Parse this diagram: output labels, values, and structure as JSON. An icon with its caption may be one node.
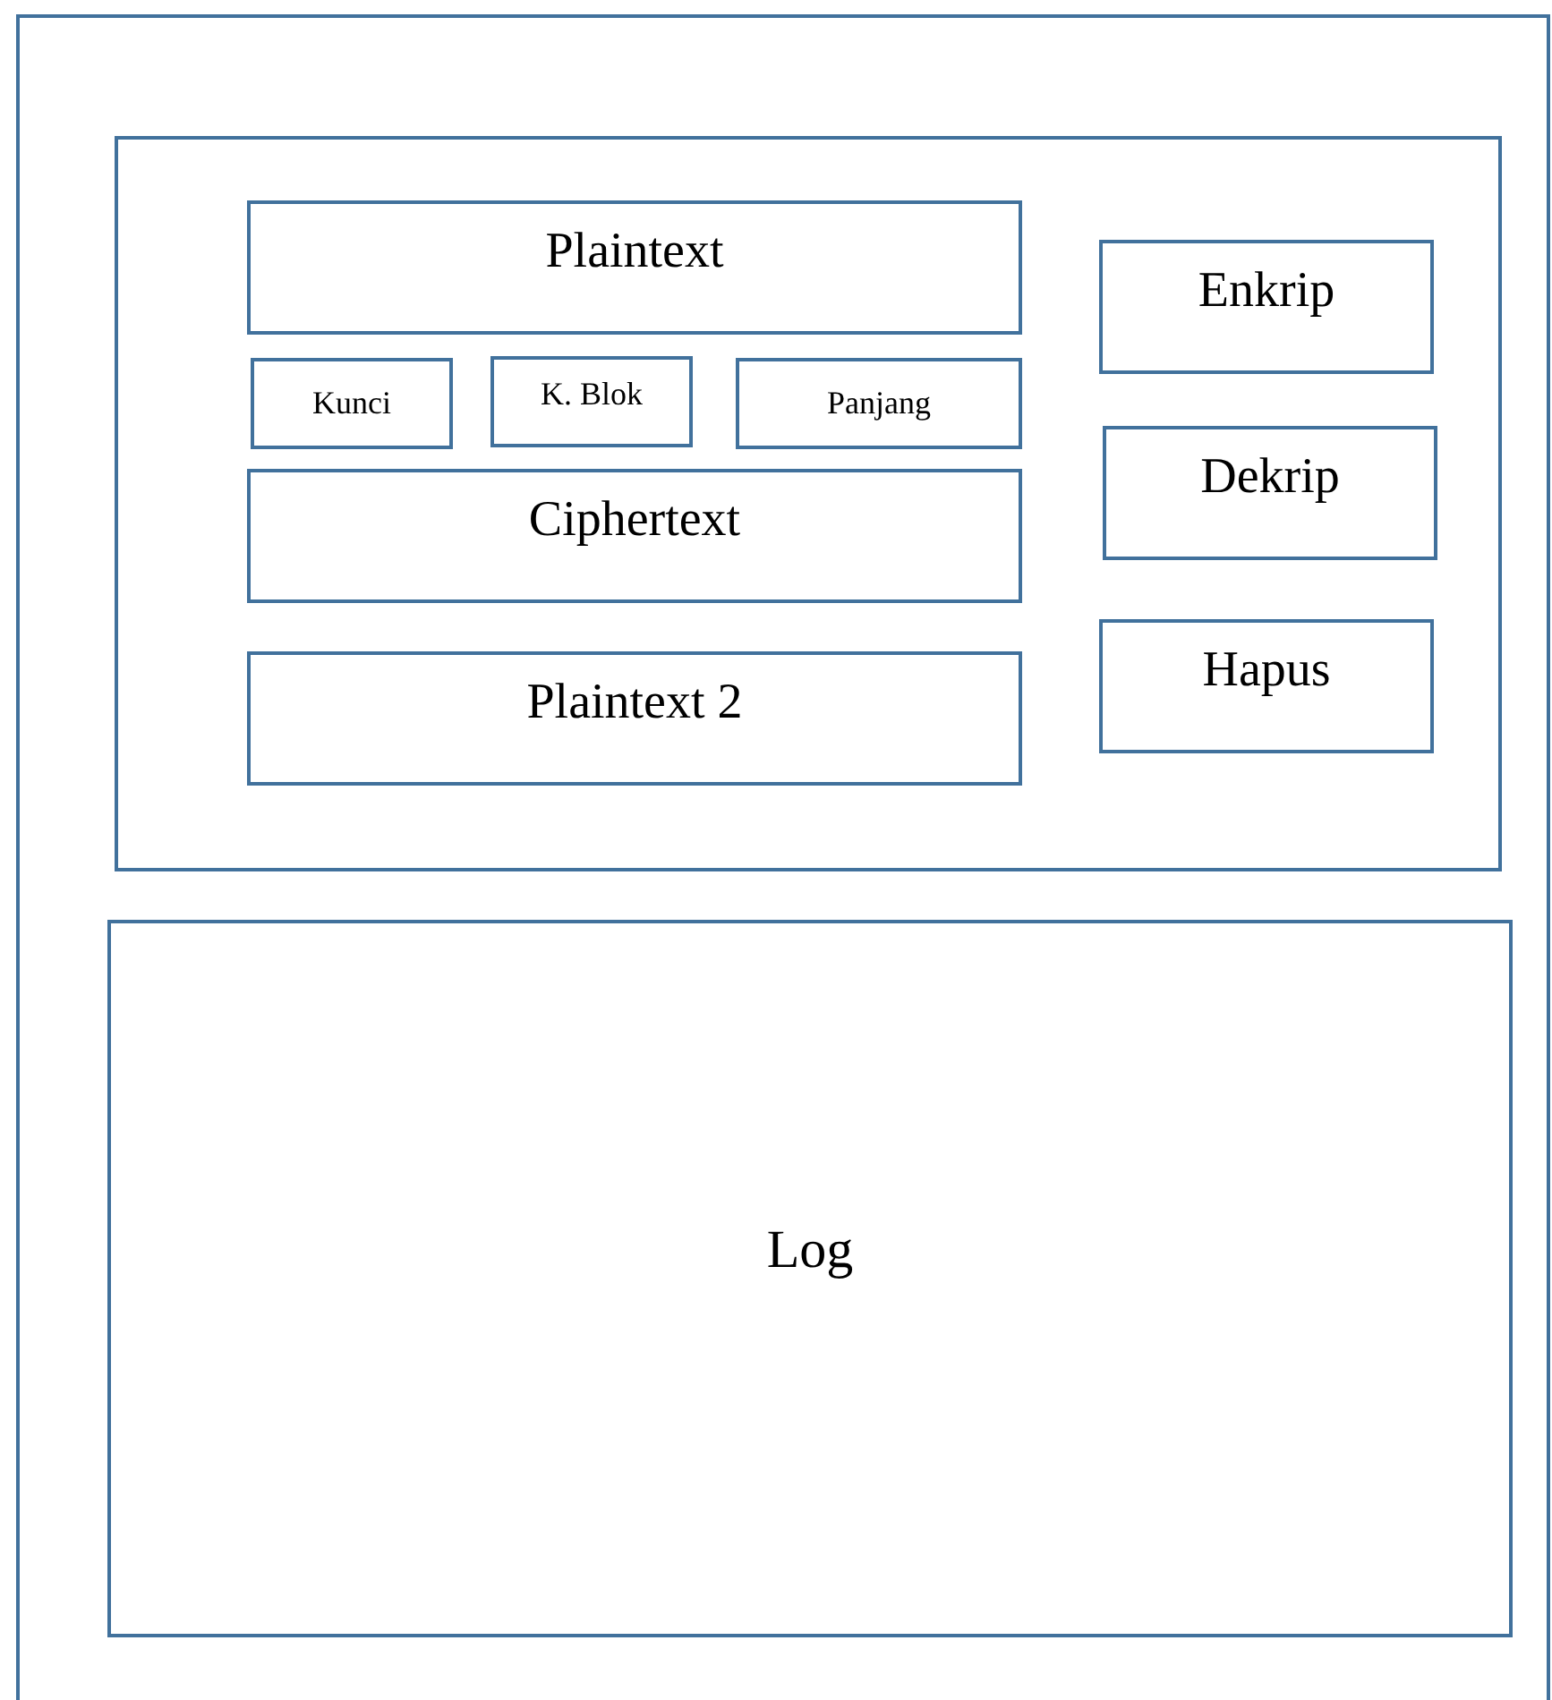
{
  "diagram": {
    "nodes": [
      {
        "text": [],
        "shape": "box"
      },
      {
        "text": [],
        "shape": "box",
        "in": 0
      },
      {
        "text": [
          "Plaintext"
        ],
        "in": 1
      },
      {
        "text": [
          "Kunci"
        ],
        "in": 1
      },
      {
        "text": [
          "K. Blok"
        ],
        "in": 1
      },
      {
        "text": [
          "Panjang"
        ],
        "in": 1
      },
      {
        "text": [
          "Ciphertext"
        ],
        "in": 1
      },
      {
        "text": [
          "Plaintext 2"
        ],
        "in": 1
      },
      {
        "text": [
          "Enkrip"
        ],
        "in": 1
      },
      {
        "text": [
          "Dekrip"
        ],
        "in": 1
      },
      {
        "text": [
          "Hapus"
        ],
        "in": 1
      },
      {
        "text": [
          "Log"
        ],
        "in": 0
      }
    ]
  }
}
